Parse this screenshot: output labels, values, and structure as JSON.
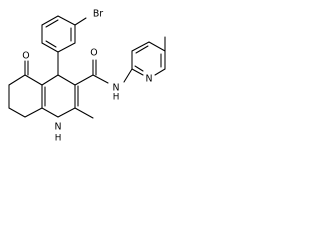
{
  "diagram": {
    "type": "chemical-structure",
    "atom_labels": {
      "bromine": "Br",
      "ketone_oxygen": "O",
      "amide_oxygen": "O",
      "amide_nitrogen": "N",
      "amide_hydrogen": "H",
      "ring_nitrogen": "N",
      "ring_hydrogen": "H",
      "pyridine_nitrogen": "N"
    },
    "colors": {
      "bond": "#000000",
      "label": "#000000",
      "background": "#ffffff"
    }
  }
}
